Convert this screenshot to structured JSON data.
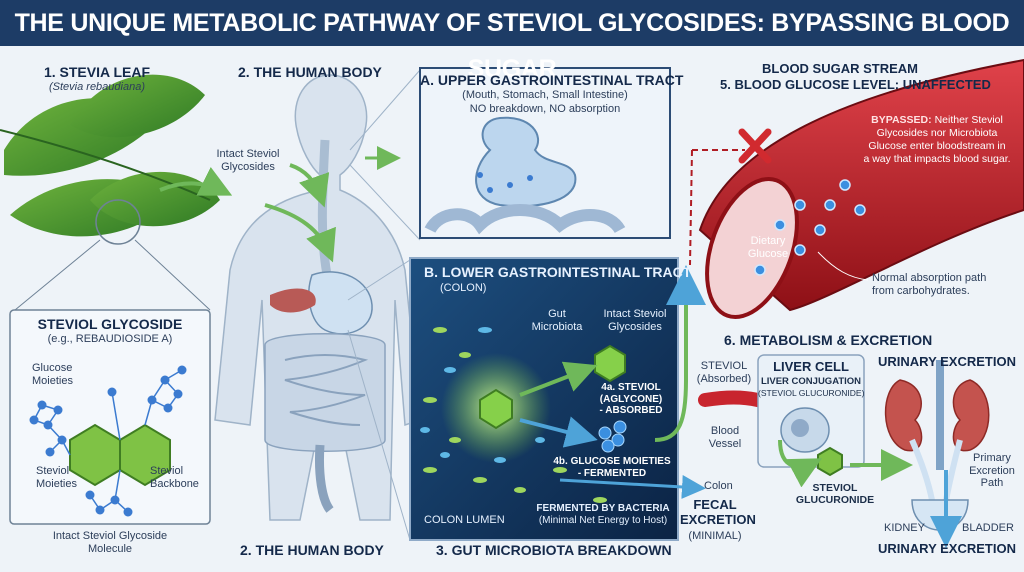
{
  "title": "THE UNIQUE METABOLIC PATHWAY OF STEVIOL GLYCOSIDES: BYPASSING BLOOD SUGAR",
  "stevia": {
    "heading": "1. STEVIA LEAF",
    "species": "(Stevia rebaudiana)"
  },
  "molecule": {
    "heading": "STEVIOL GLYCOSIDE",
    "example": "(e.g., REBAUDIOSIDE A)",
    "glucose_label": [
      "Glucose",
      "Moieties"
    ],
    "steviol_moieties_label": [
      "Steviol",
      "Moieties"
    ],
    "backbone_label": [
      "Steviol",
      "Backbone"
    ],
    "caption": [
      "Intact Steviol Glycoside",
      "Molecule"
    ]
  },
  "body": {
    "heading_top": "2. THE HUMAN BODY",
    "heading_bottom": "2. THE HUMAN BODY",
    "intact_label": [
      "Intact Steviol",
      "Glycosides"
    ]
  },
  "upper_gi": {
    "heading": "A. UPPER GASTROINTESTINAL TRACT",
    "organs": "(Mouth, Stomach, Small Intestine)",
    "note": "NO breakdown, NO absorption"
  },
  "lower_gi": {
    "heading": "B. LOWER GASTROINTESTINAL TRACT",
    "sub": "(COLON)",
    "gut_label": [
      "Gut",
      "Microbiota"
    ],
    "intact_label": [
      "Intact Steviol",
      "Glycosides"
    ],
    "steviol_label": [
      "4a. STEVIOL",
      "(AGLYCONE)",
      "- ABSORBED"
    ],
    "glucose_label": [
      "4b. GLUCOSE MOIETIES",
      "- FERMENTED"
    ],
    "fermented_label": [
      "FERMENTED BY BACTERIA",
      "(Minimal Net Energy to Host)"
    ],
    "lumen_label": "COLON LUMEN",
    "caption": "3. GUT MICROBIOTA BREAKDOWN"
  },
  "fecal": {
    "colon_label": "Colon",
    "heading": [
      "FECAL",
      "EXCRETION"
    ],
    "note": "(MINIMAL)"
  },
  "blood": {
    "heading": "BLOOD SUGAR STREAM",
    "status": "5. BLOOD GLUCOSE LEVEL: UNAFFECTED",
    "bypassed_bold": "BYPASSED:",
    "bypassed_text": [
      "Neither Steviol",
      "Glycosides nor Microbiota",
      "Glucose enter bloodstream in",
      "a way that impacts blood sugar."
    ],
    "dietary_label": [
      "Dietary",
      "Glucose"
    ],
    "normal_path": [
      "Normal absorption path",
      "from carbohydrates."
    ]
  },
  "metabolism": {
    "heading": "6. METABOLISM & EXCRETION",
    "steviol_label": [
      "STEVIOL",
      "(Absorbed)"
    ],
    "vessel_label": [
      "Blood",
      "Vessel"
    ],
    "liver_heading": "LIVER CELL",
    "conjugation": "LIVER CONJUGATION",
    "conjugation_sub": "(STEVIOL GLUCURONIDE)",
    "glucuronide_label": [
      "STEVIOL",
      "GLUCURONIDE"
    ]
  },
  "urinary": {
    "heading_top": "URINARY EXCRETION",
    "heading_bottom": "URINARY EXCRETION",
    "primary_path": [
      "Primary",
      "Excretion",
      "Path"
    ],
    "kidney_label": "KIDNEY",
    "bladder_label": "BLADDER"
  }
}
